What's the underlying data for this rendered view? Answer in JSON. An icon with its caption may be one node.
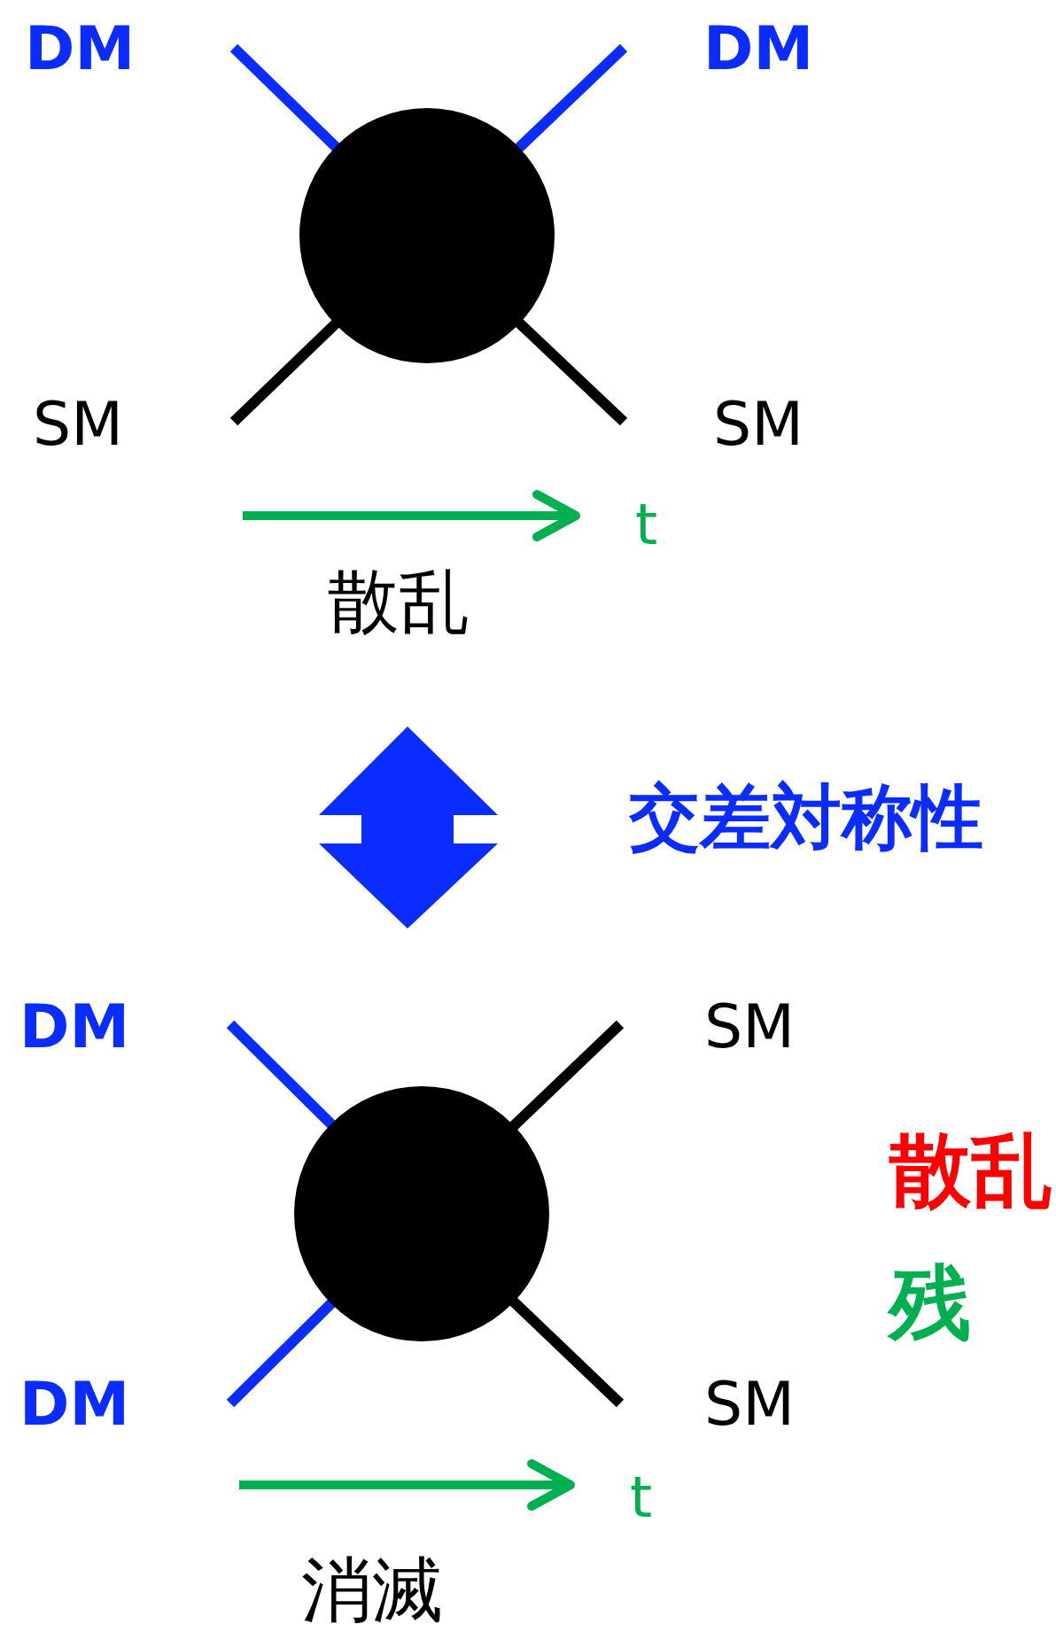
{
  "diagram": {
    "nodes": [
      {
        "text": [
          "DM"
        ]
      },
      {
        "text": [
          "DM"
        ]
      },
      {
        "text": [
          "SM"
        ]
      },
      {
        "text": [
          "SM"
        ]
      },
      {
        "text": [],
        "shape": "circle",
        "beside": [
          "散乱"
        ]
      },
      {
        "text": [
          "DM"
        ]
      },
      {
        "text": [
          "SM"
        ]
      },
      {
        "text": [
          "DM"
        ]
      },
      {
        "text": [
          "SM"
        ]
      },
      {
        "text": [],
        "shape": "circle",
        "beside": [
          "消滅"
        ]
      }
    ],
    "edges": [
      {
        "from": 0,
        "to": 4,
        "arrow": "none",
        "color": "#0a2cff"
      },
      {
        "from": 1,
        "to": 4,
        "arrow": "none",
        "color": "#0a2cff"
      },
      {
        "from": 2,
        "to": 4,
        "arrow": "none",
        "color": "#000000"
      },
      {
        "from": 3,
        "to": 4,
        "arrow": "none",
        "color": "#000000"
      },
      {
        "from": 5,
        "to": 9,
        "arrow": "none",
        "color": "#0a2cff"
      },
      {
        "from": 6,
        "to": 9,
        "arrow": "none",
        "color": "#000000"
      },
      {
        "from": 7,
        "to": 9,
        "arrow": "none",
        "color": "#0a2cff"
      },
      {
        "from": 8,
        "to": 9,
        "arrow": "none",
        "color": "#000000"
      }
    ],
    "labels": [
      "t",
      "交差対称性",
      "散乱",
      "残",
      "t"
    ]
  }
}
